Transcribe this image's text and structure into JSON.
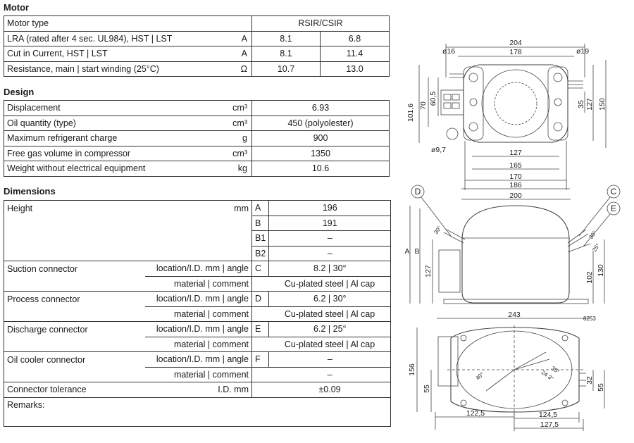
{
  "motor": {
    "heading": "Motor",
    "rows": [
      {
        "label": "Motor type",
        "unit": "",
        "v1": "RSIR/CSIR",
        "v2": ""
      },
      {
        "label": "LRA (rated after 4 sec. UL984), HST | LST",
        "unit": "A",
        "v1": "8.1",
        "v2": "6.8"
      },
      {
        "label": "Cut in Current, HST | LST",
        "unit": "A",
        "v1": "8.1",
        "v2": "11.4"
      },
      {
        "label": "Resistance, main | start winding (25°C)",
        "unit": "Ω",
        "v1": "10.7",
        "v2": "13.0"
      }
    ]
  },
  "design": {
    "heading": "Design",
    "rows": [
      {
        "label": "Displacement",
        "unit": "cm³",
        "value": "6.93"
      },
      {
        "label": "Oil quantity (type)",
        "unit": "cm³",
        "value": "450 (polyolester)"
      },
      {
        "label": "Maximum refrigerant charge",
        "unit": "g",
        "value": "900"
      },
      {
        "label": "Free gas volume in compressor",
        "unit": "cm³",
        "value": "1350"
      },
      {
        "label": "Weight without electrical equipment",
        "unit": "kg",
        "value": "10.6"
      }
    ]
  },
  "dimensions": {
    "heading": "Dimensions",
    "height_label": "Height",
    "height_unit": "mm",
    "height_rows": [
      {
        "letter": "A",
        "value": "196"
      },
      {
        "letter": "B",
        "value": "191"
      },
      {
        "letter": "B1",
        "value": "–"
      },
      {
        "letter": "B2",
        "value": "–"
      }
    ],
    "connectors": [
      {
        "label": "Suction connector",
        "sub1": "location/I.D. mm | angle",
        "letter": "C",
        "val1": "8.2 | 30°",
        "sub2": "material | comment",
        "val2": "Cu-plated steel | Al cap"
      },
      {
        "label": "Process connector",
        "sub1": "location/I.D. mm | angle",
        "letter": "D",
        "val1": "6.2 | 30°",
        "sub2": "material | comment",
        "val2": "Cu-plated steel | Al cap"
      },
      {
        "label": "Discharge connector",
        "sub1": "location/I.D. mm | angle",
        "letter": "E",
        "val1": "6.2 | 25°",
        "sub2": "material | comment",
        "val2": "Cu-plated steel | Al cap"
      },
      {
        "label": "Oil cooler connector",
        "sub1": "location/I.D. mm | angle",
        "letter": "F",
        "val1": "–",
        "sub2": "material | comment",
        "val2": "–"
      }
    ],
    "tolerance": {
      "label": "Connector tolerance",
      "unit": "I.D. mm",
      "value": "±0.09"
    },
    "remarks_label": "Remarks:"
  },
  "drawing": {
    "top_view": {
      "d204": "204",
      "d178": "178",
      "d16": "ø16",
      "d19": "ø19",
      "d1016": "101,6",
      "d70": "70",
      "d605": "60,5",
      "d35": "35",
      "d127v": "127",
      "d150": "150",
      "d97": "ø9,7",
      "d127": "127",
      "d165": "165",
      "d170": "170",
      "d186": "186"
    },
    "side_view": {
      "label_D": "D",
      "label_C": "C",
      "label_E": "E",
      "d200": "200",
      "A": "A",
      "B": "B",
      "d127": "127",
      "d102": "102",
      "d130": "130",
      "d243": "243",
      "ref": "8253",
      "a30l": "30°",
      "a30r": "30°",
      "a25": "25°"
    },
    "bottom_view": {
      "d156": "156",
      "d55l": "55",
      "d32": "32",
      "d55r": "55",
      "d1225": "122,5",
      "d1245": "124,5",
      "d1275": "127,5",
      "a40": "40°",
      "a243": "24.3°",
      "a35": "35°"
    }
  }
}
